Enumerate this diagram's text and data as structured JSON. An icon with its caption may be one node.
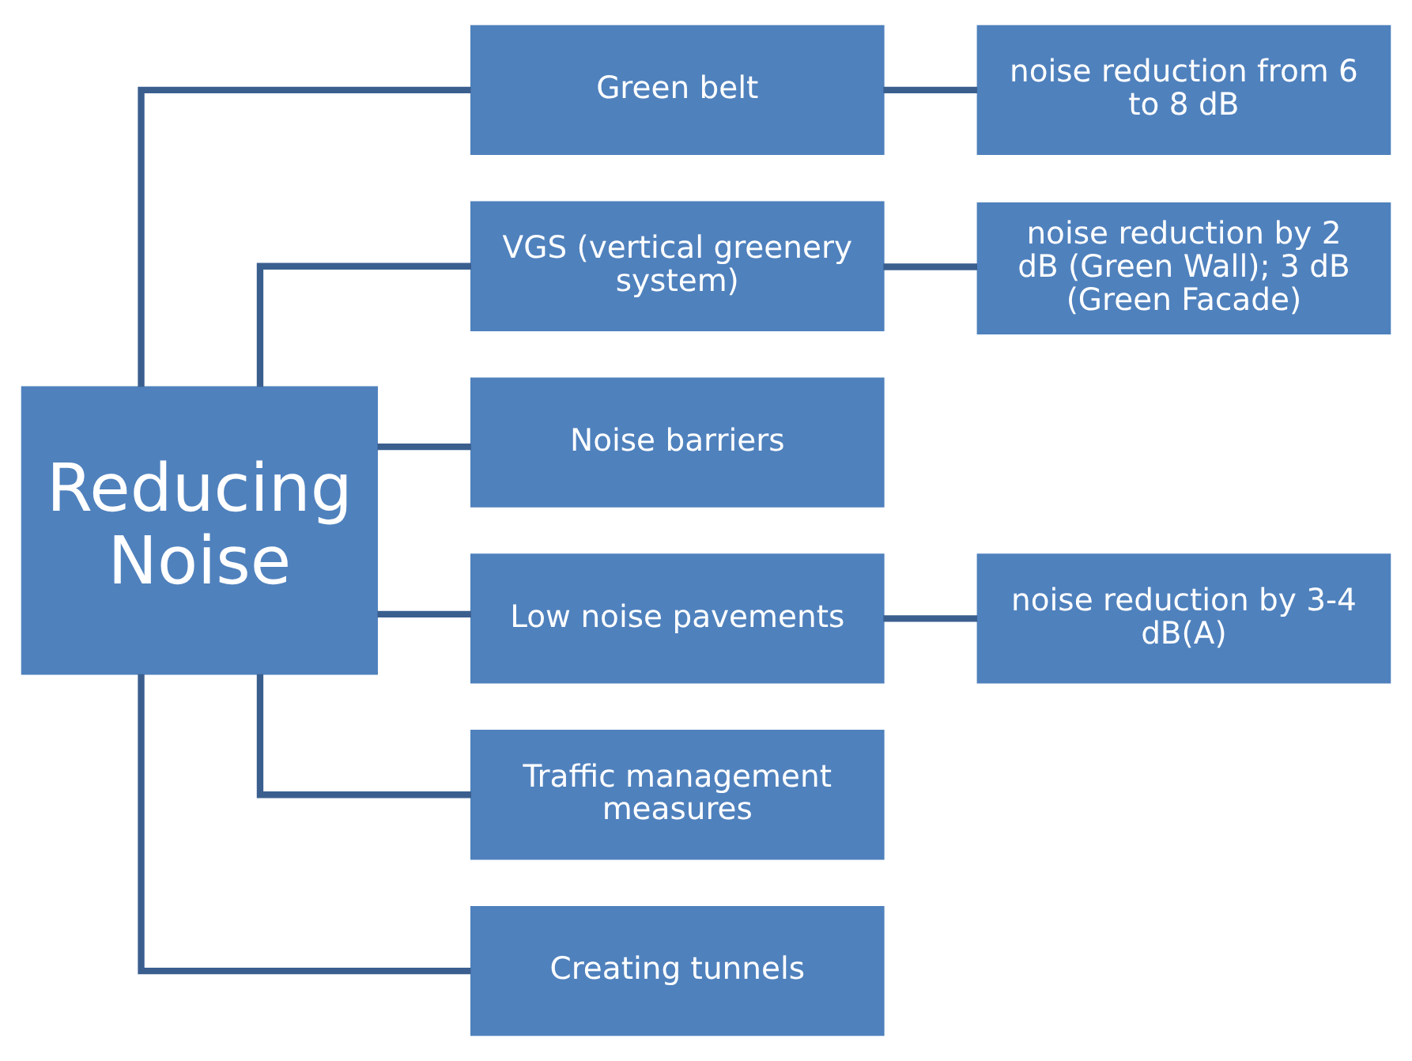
{
  "diagram": {
    "nodes": [
      {
        "text": [
          "Reducing Noise"
        ]
      },
      {
        "text": [
          "Green belt"
        ]
      },
      {
        "text": [
          "noise reduction from 6 to 8 dB"
        ]
      },
      {
        "text": [
          "VGS (vertical greenery system)"
        ]
      },
      {
        "text": [
          "noise reduction by 2 dB (Green Wall); 3 dB (Green Facade)"
        ]
      },
      {
        "text": [
          "Noise barriers"
        ]
      },
      {
        "text": [
          "Low noise pavements"
        ]
      },
      {
        "text": [
          "noise reduction by 3-4 dB(A)"
        ]
      },
      {
        "text": [
          "Traffic management measures"
        ]
      },
      {
        "text": [
          "Creating tunnels"
        ]
      }
    ],
    "edges": [
      {
        "from": 0,
        "to": 1,
        "arrow": "none"
      },
      {
        "from": 0,
        "to": 3,
        "arrow": "none"
      },
      {
        "from": 0,
        "to": 5,
        "arrow": "none"
      },
      {
        "from": 0,
        "to": 6,
        "arrow": "none"
      },
      {
        "from": 0,
        "to": 8,
        "arrow": "none"
      },
      {
        "from": 0,
        "to": 9,
        "arrow": "none"
      },
      {
        "from": 1,
        "to": 2,
        "arrow": "none"
      },
      {
        "from": 3,
        "to": 4,
        "arrow": "none"
      },
      {
        "from": 6,
        "to": 7,
        "arrow": "none"
      }
    ]
  }
}
